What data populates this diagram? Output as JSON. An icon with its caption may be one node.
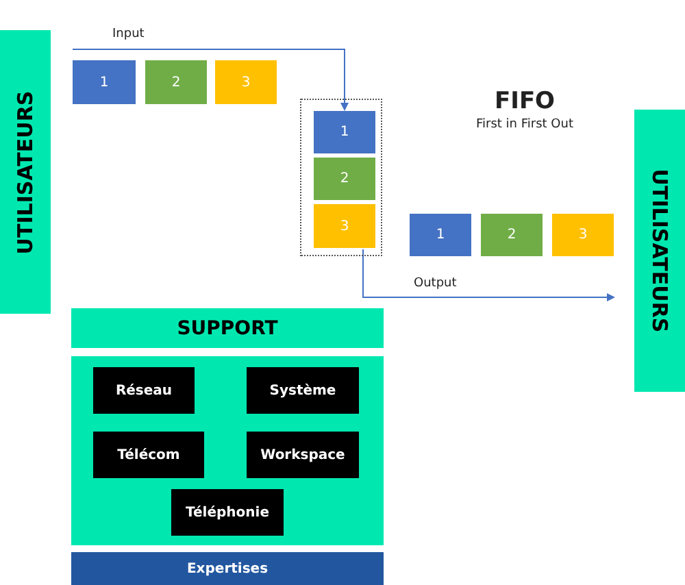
{
  "diagram": {
    "title": "FIFO",
    "nodes": [
      {
        "text": [
          "UTILISATEURS"
        ]
      },
      {
        "text": [
          "1"
        ]
      },
      {
        "text": [
          "2"
        ]
      },
      {
        "text": [
          "3"
        ]
      },
      {
        "text": [],
        "shape": "box"
      },
      {
        "text": [
          "1"
        ],
        "in": 4
      },
      {
        "text": [
          "2"
        ],
        "in": 4
      },
      {
        "text": [
          "3"
        ],
        "in": 4
      },
      {
        "text": [
          "1"
        ]
      },
      {
        "text": [
          "2"
        ]
      },
      {
        "text": [
          "3"
        ]
      },
      {
        "text": [
          "UTILISATEURS"
        ]
      },
      {
        "text": [
          "SUPPORT"
        ]
      },
      {
        "text": [],
        "shape": "box"
      },
      {
        "text": [
          "Réseau"
        ],
        "in": 13
      },
      {
        "text": [
          "Système"
        ],
        "in": 13
      },
      {
        "text": [
          "Télécom"
        ],
        "in": 13
      },
      {
        "text": [
          "Workspace"
        ],
        "in": 13
      },
      {
        "text": [
          "Téléphonie"
        ],
        "in": 13
      },
      {
        "text": [
          "Expertises"
        ]
      }
    ],
    "edges": [
      {
        "from": 1,
        "to": 5,
        "arrow": "to",
        "label": "Input"
      },
      {
        "from": 7,
        "to": 11,
        "arrow": "to",
        "label": "Output"
      }
    ],
    "labels": [
      "First in First Out"
    ]
  }
}
